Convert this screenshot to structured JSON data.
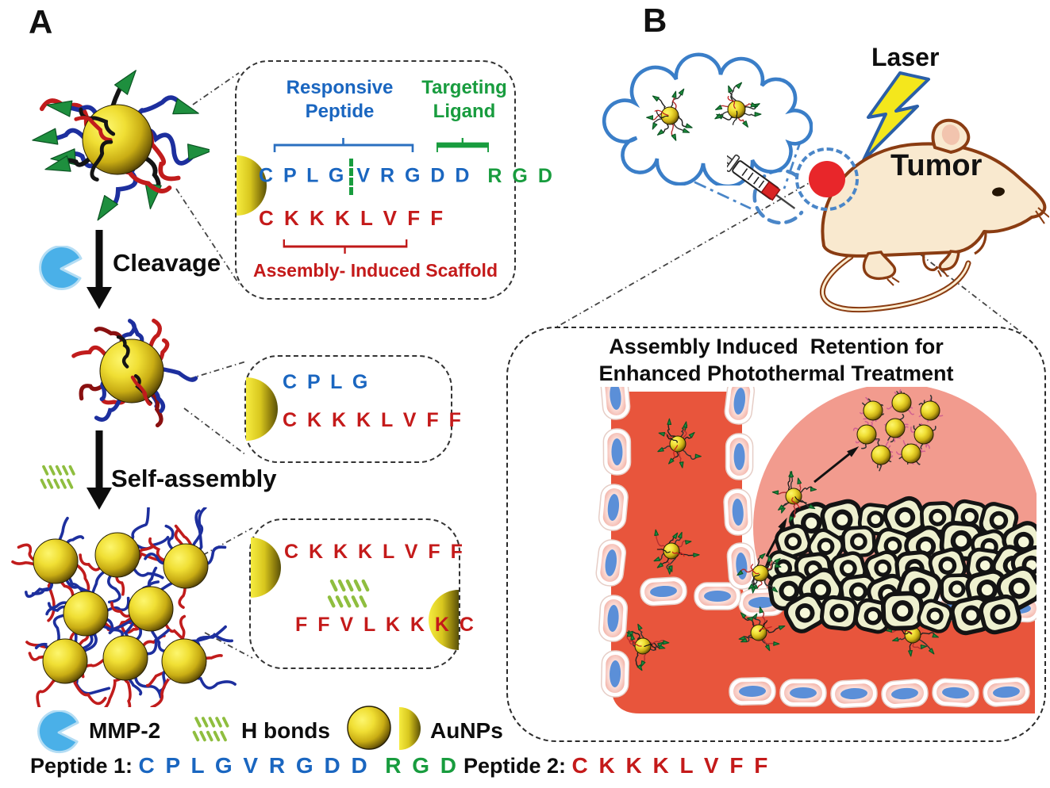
{
  "colors": {
    "sequence_blue": "#1a66c0",
    "sequence_green": "#189c3e",
    "sequence_red": "#c41a1a",
    "gold": "#e8d428",
    "mmp2_blue": "#4ab0e8",
    "hbond_green": "#8fbe3f",
    "vessel_red": "#e8553c",
    "tumor_region_pink": "#f29b8e",
    "tumor_dot_red": "#e8262a",
    "laser_yellow": "#f4e71c",
    "cloud_blue": "#3a7ec8"
  },
  "panelA": {
    "label": "A",
    "callout1": {
      "responsive_word1": "Responsive",
      "responsive_word2": "Peptide",
      "targeting_word1": "Targeting",
      "targeting_word2": "Ligand",
      "seq_blue_left": "C P L G",
      "seq_blue_right": "V R G D D",
      "seq_green": "R G D",
      "seq_red": "C K K K L V F F",
      "scaffold_label": "Assembly- Induced Scaffold"
    },
    "step1_label": "Cleavage",
    "callout2": {
      "seq_blue": "C P L G",
      "seq_red": "C K K K L V F F"
    },
    "step2_label": "Self-assembly",
    "callout3": {
      "seq_top": "C K K K L V F F",
      "seq_bottom": "F F V L K K K C"
    },
    "legend": {
      "mmp2": "MMP-2",
      "hbonds": "H bonds",
      "aunps": "AuNPs"
    },
    "peptide1": {
      "label": "Peptide 1:",
      "seq_blue": "C P L G V R G D D",
      "seq_green": "R G D"
    },
    "peptide2": {
      "label": "Peptide 2:",
      "seq_red": "C K K K L V F F"
    }
  },
  "panelB": {
    "label": "B",
    "laser_label": "Laser",
    "tumor_label": "Tumor",
    "box_title_line1": "Assembly Induced  Retention for",
    "box_title_line2": "Enhanced Photothermal Treatment"
  }
}
